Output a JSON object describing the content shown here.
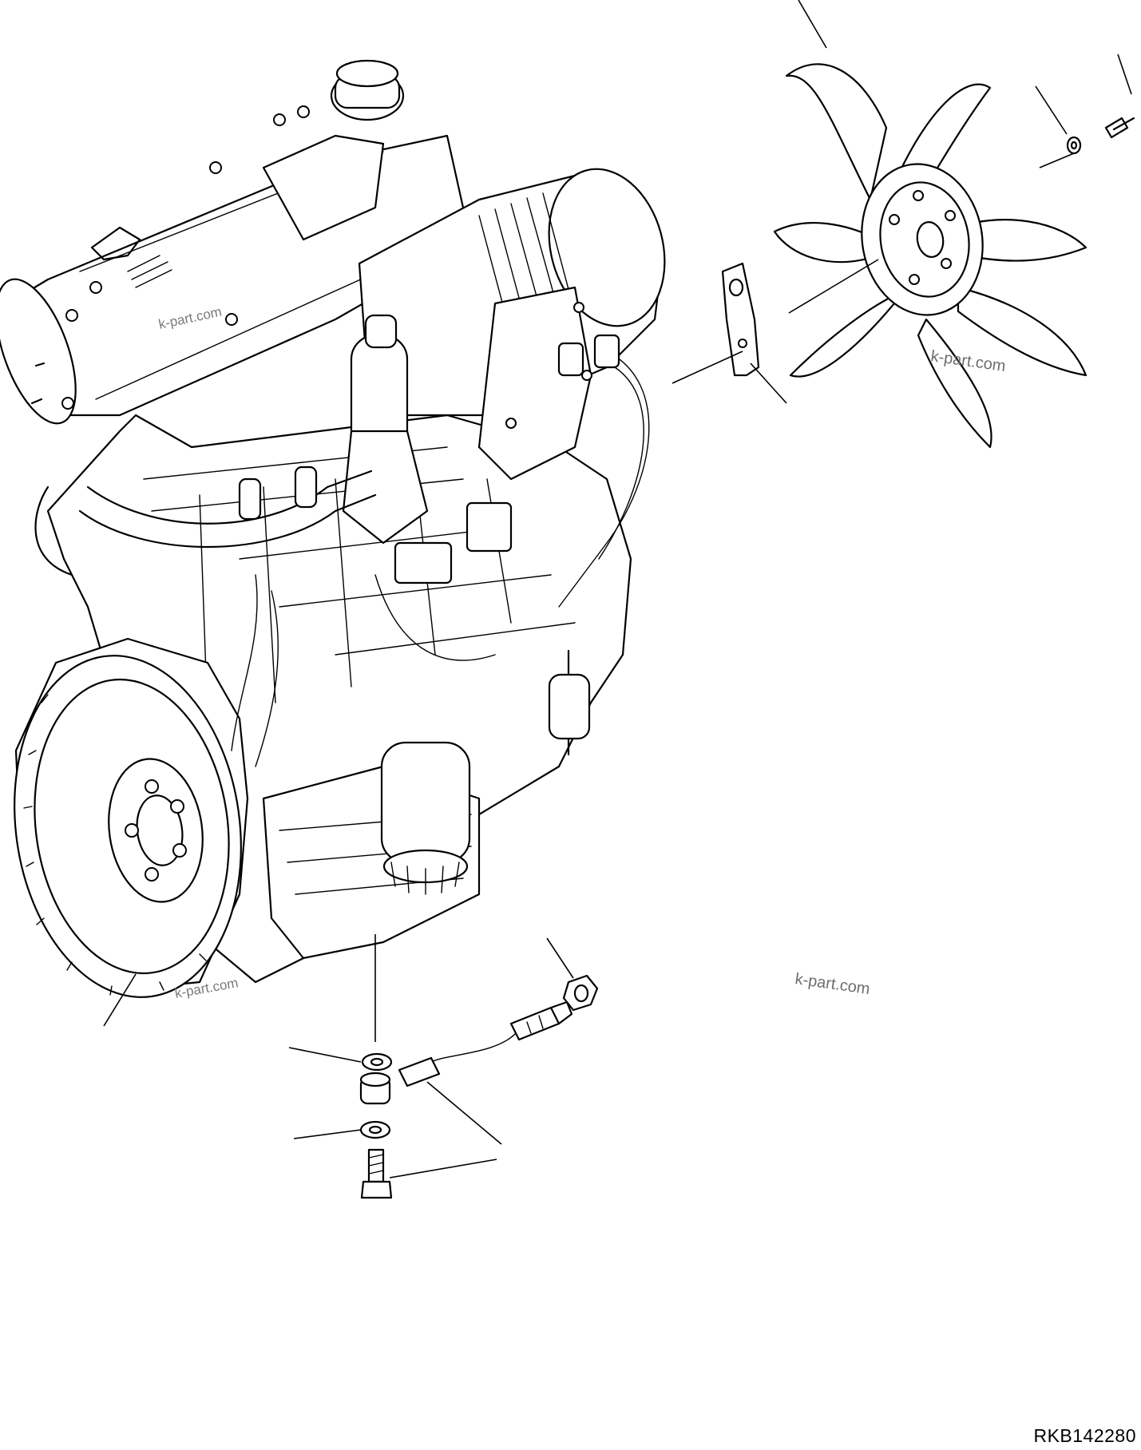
{
  "drawing_code": "RKB142280",
  "watermarks": [
    "k-part.com",
    "k-part.com",
    "k-part.com",
    "k-part.com"
  ],
  "colors": {
    "line": "#000000",
    "background": "#ffffff",
    "watermark": "#6e6e6e"
  }
}
